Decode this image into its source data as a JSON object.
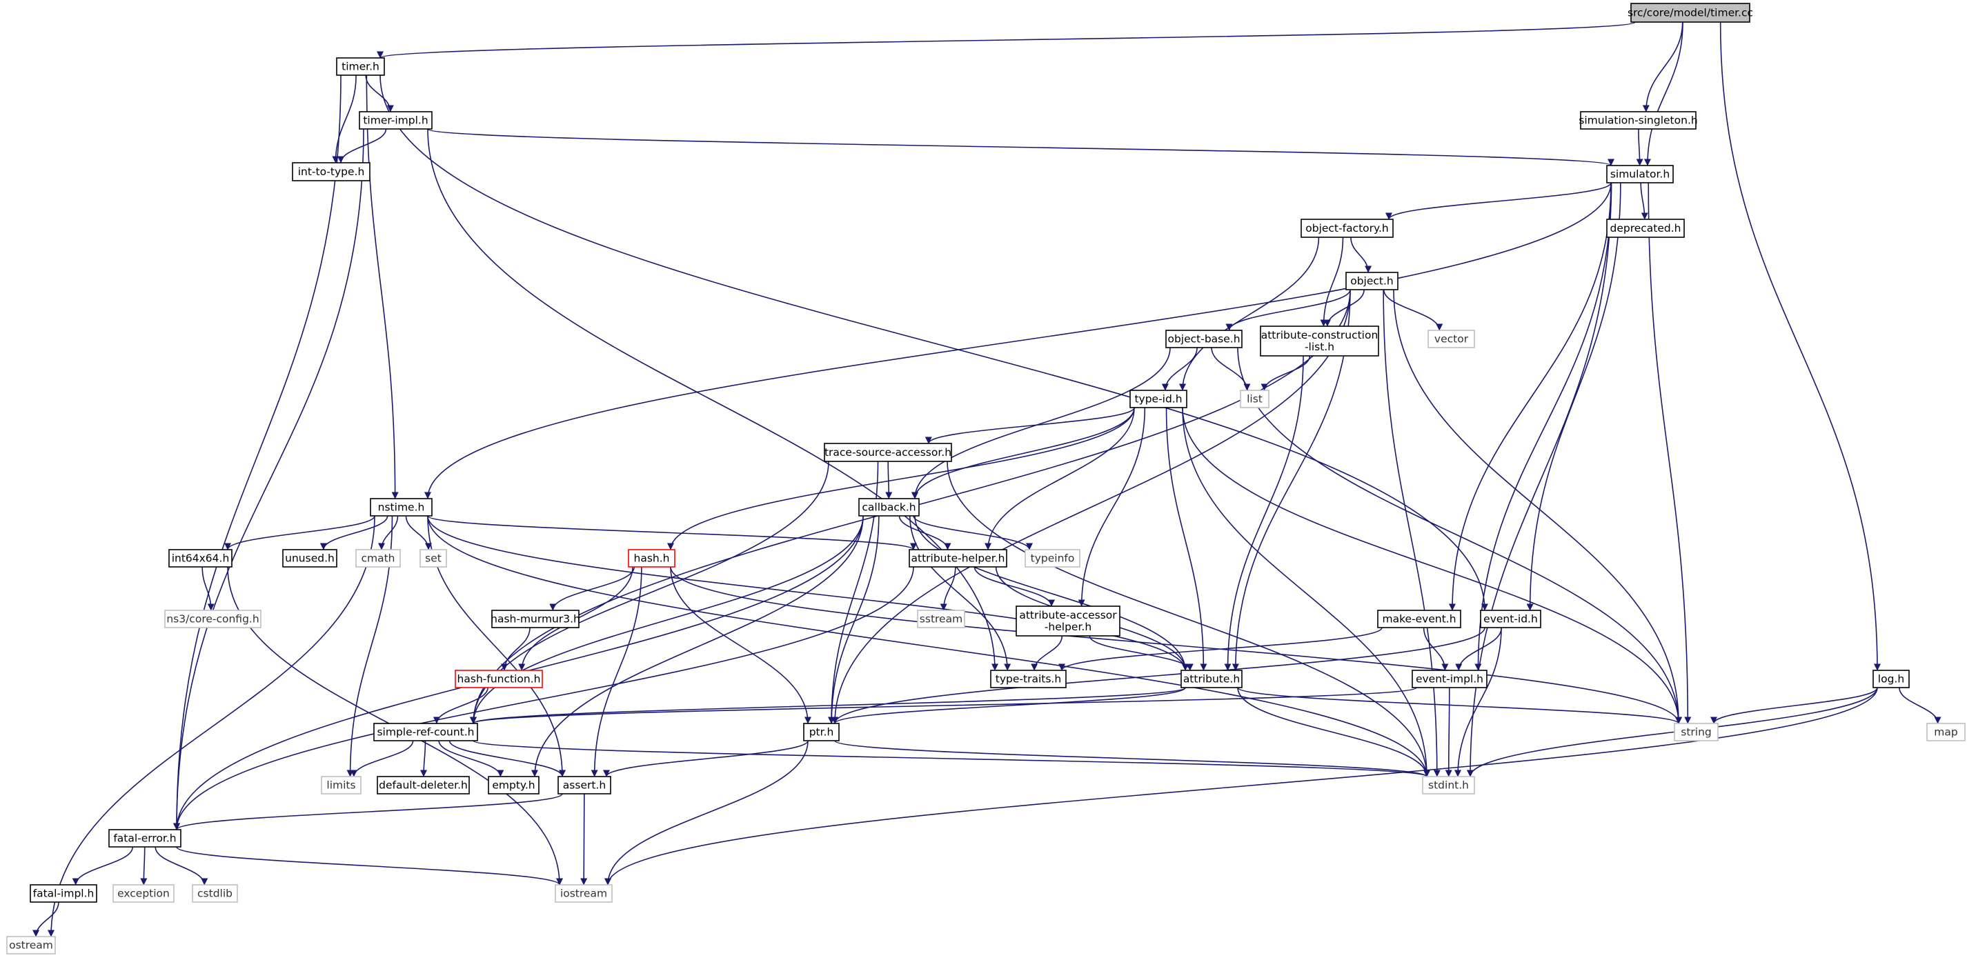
{
  "colors": {
    "edge": "#191970",
    "node_border": "#000000",
    "external_border": "#bfbfbf",
    "truncated_border": "#ff0000",
    "root_fill": "#bfbfbf",
    "node_fill": "#ffffff"
  },
  "graph": {
    "root": "src/core/model/timer.cc",
    "nodes": [
      {
        "id": "timer_cc",
        "label": "src/core/model/timer.cc",
        "kind": "root"
      },
      {
        "id": "timer_h",
        "label": "timer.h",
        "kind": "file"
      },
      {
        "id": "timer_impl_h",
        "label": "timer-impl.h",
        "kind": "file"
      },
      {
        "id": "int_to_type_h",
        "label": "int-to-type.h",
        "kind": "file"
      },
      {
        "id": "simulation_singleton_h",
        "label": "simulation-singleton.h",
        "kind": "file"
      },
      {
        "id": "simulator_h",
        "label": "simulator.h",
        "kind": "file"
      },
      {
        "id": "object_factory_h",
        "label": "object-factory.h",
        "kind": "file"
      },
      {
        "id": "deprecated_h",
        "label": "deprecated.h",
        "kind": "file"
      },
      {
        "id": "object_h",
        "label": "object.h",
        "kind": "file"
      },
      {
        "id": "object_base_h",
        "label": "object-base.h",
        "kind": "file"
      },
      {
        "id": "attr_constr_list_h",
        "label": "attribute-construction\n-list.h",
        "kind": "file"
      },
      {
        "id": "vector",
        "label": "vector",
        "kind": "external"
      },
      {
        "id": "list",
        "label": "list",
        "kind": "external"
      },
      {
        "id": "type_id_h",
        "label": "type-id.h",
        "kind": "file"
      },
      {
        "id": "trace_source_accessor_h",
        "label": "trace-source-accessor.h",
        "kind": "file"
      },
      {
        "id": "nstime_h",
        "label": "nstime.h",
        "kind": "file"
      },
      {
        "id": "callback_h",
        "label": "callback.h",
        "kind": "file"
      },
      {
        "id": "int64x64_h",
        "label": "int64x64.h",
        "kind": "file"
      },
      {
        "id": "unused_h",
        "label": "unused.h",
        "kind": "file"
      },
      {
        "id": "cmath",
        "label": "cmath",
        "kind": "external"
      },
      {
        "id": "set",
        "label": "set",
        "kind": "external"
      },
      {
        "id": "hash_h",
        "label": "hash.h",
        "kind": "truncated"
      },
      {
        "id": "attribute_helper_h",
        "label": "attribute-helper.h",
        "kind": "file"
      },
      {
        "id": "typeinfo",
        "label": "typeinfo",
        "kind": "external"
      },
      {
        "id": "ns3_core_config_h",
        "label": "ns3/core-config.h",
        "kind": "external"
      },
      {
        "id": "hash_murmur3_h",
        "label": "hash-murmur3.h",
        "kind": "file"
      },
      {
        "id": "sstream",
        "label": "sstream",
        "kind": "external"
      },
      {
        "id": "attr_accessor_helper_h",
        "label": "attribute-accessor\n-helper.h",
        "kind": "file"
      },
      {
        "id": "make_event_h",
        "label": "make-event.h",
        "kind": "file"
      },
      {
        "id": "event_id_h",
        "label": "event-id.h",
        "kind": "file"
      },
      {
        "id": "hash_function_h",
        "label": "hash-function.h",
        "kind": "truncated"
      },
      {
        "id": "type_traits_h",
        "label": "type-traits.h",
        "kind": "file"
      },
      {
        "id": "attribute_h",
        "label": "attribute.h",
        "kind": "file"
      },
      {
        "id": "event_impl_h",
        "label": "event-impl.h",
        "kind": "file"
      },
      {
        "id": "log_h",
        "label": "log.h",
        "kind": "file"
      },
      {
        "id": "simple_ref_count_h",
        "label": "simple-ref-count.h",
        "kind": "file"
      },
      {
        "id": "ptr_h",
        "label": "ptr.h",
        "kind": "file"
      },
      {
        "id": "string",
        "label": "string",
        "kind": "external"
      },
      {
        "id": "map",
        "label": "map",
        "kind": "external"
      },
      {
        "id": "limits",
        "label": "limits",
        "kind": "external"
      },
      {
        "id": "default_deleter_h",
        "label": "default-deleter.h",
        "kind": "file"
      },
      {
        "id": "empty_h",
        "label": "empty.h",
        "kind": "file"
      },
      {
        "id": "assert_h",
        "label": "assert.h",
        "kind": "file"
      },
      {
        "id": "stdint_h",
        "label": "stdint.h",
        "kind": "external"
      },
      {
        "id": "fatal_error_h",
        "label": "fatal-error.h",
        "kind": "file"
      },
      {
        "id": "exception",
        "label": "exception",
        "kind": "external"
      },
      {
        "id": "cstdlib",
        "label": "cstdlib",
        "kind": "external"
      },
      {
        "id": "iostream",
        "label": "iostream",
        "kind": "external"
      },
      {
        "id": "fatal_impl_h",
        "label": "fatal-impl.h",
        "kind": "file"
      },
      {
        "id": "ostream",
        "label": "ostream",
        "kind": "external"
      }
    ],
    "edges": [
      [
        "timer_cc",
        "timer_h"
      ],
      [
        "timer_cc",
        "simulation_singleton_h"
      ],
      [
        "timer_cc",
        "simulator_h"
      ],
      [
        "timer_cc",
        "log_h"
      ],
      [
        "timer_h",
        "timer_impl_h"
      ],
      [
        "timer_h",
        "int_to_type_h"
      ],
      [
        "timer_h",
        "nstime_h"
      ],
      [
        "timer_h",
        "event_id_h"
      ],
      [
        "timer_h",
        "fatal_error_h"
      ],
      [
        "timer_impl_h",
        "int_to_type_h"
      ],
      [
        "timer_impl_h",
        "simulator_h"
      ],
      [
        "timer_impl_h",
        "fatal_error_h"
      ],
      [
        "timer_impl_h",
        "type_traits_h"
      ],
      [
        "simulation_singleton_h",
        "simulator_h"
      ],
      [
        "simulator_h",
        "object_factory_h"
      ],
      [
        "simulator_h",
        "deprecated_h"
      ],
      [
        "simulator_h",
        "nstime_h"
      ],
      [
        "simulator_h",
        "make_event_h"
      ],
      [
        "simulator_h",
        "event_id_h"
      ],
      [
        "simulator_h",
        "event_impl_h"
      ],
      [
        "simulator_h",
        "string"
      ],
      [
        "simulator_h",
        "stdint_h"
      ],
      [
        "object_factory_h",
        "object_h"
      ],
      [
        "object_factory_h",
        "attr_constr_list_h"
      ],
      [
        "object_factory_h",
        "type_id_h"
      ],
      [
        "object_h",
        "object_base_h"
      ],
      [
        "object_h",
        "attr_constr_list_h"
      ],
      [
        "object_h",
        "vector"
      ],
      [
        "object_h",
        "ptr_h"
      ],
      [
        "object_h",
        "simple_ref_count_h"
      ],
      [
        "object_h",
        "attribute_h"
      ],
      [
        "object_h",
        "string"
      ],
      [
        "object_h",
        "stdint_h"
      ],
      [
        "object_base_h",
        "type_id_h"
      ],
      [
        "object_base_h",
        "list"
      ],
      [
        "object_base_h",
        "callback_h"
      ],
      [
        "object_base_h",
        "string"
      ],
      [
        "attr_constr_list_h",
        "list"
      ],
      [
        "attr_constr_list_h",
        "attribute_h"
      ],
      [
        "type_id_h",
        "trace_source_accessor_h"
      ],
      [
        "type_id_h",
        "callback_h"
      ],
      [
        "type_id_h",
        "hash_h"
      ],
      [
        "type_id_h",
        "attribute_helper_h"
      ],
      [
        "type_id_h",
        "attr_accessor_helper_h"
      ],
      [
        "type_id_h",
        "attribute_h"
      ],
      [
        "type_id_h",
        "string"
      ],
      [
        "type_id_h",
        "stdint_h"
      ],
      [
        "trace_source_accessor_h",
        "callback_h"
      ],
      [
        "trace_source_accessor_h",
        "ptr_h"
      ],
      [
        "trace_source_accessor_h",
        "simple_ref_count_h"
      ],
      [
        "trace_source_accessor_h",
        "stdint_h"
      ],
      [
        "nstime_h",
        "int64x64_h"
      ],
      [
        "nstime_h",
        "unused_h"
      ],
      [
        "nstime_h",
        "cmath"
      ],
      [
        "nstime_h",
        "set"
      ],
      [
        "nstime_h",
        "attribute_helper_h"
      ],
      [
        "nstime_h",
        "attribute_h"
      ],
      [
        "nstime_h",
        "assert_h"
      ],
      [
        "nstime_h",
        "limits"
      ],
      [
        "nstime_h",
        "ostream"
      ],
      [
        "nstime_h",
        "stdint_h"
      ],
      [
        "callback_h",
        "attribute_helper_h"
      ],
      [
        "callback_h",
        "typeinfo"
      ],
      [
        "callback_h",
        "type_traits_h"
      ],
      [
        "callback_h",
        "ptr_h"
      ],
      [
        "callback_h",
        "fatal_error_h"
      ],
      [
        "callback_h",
        "empty_h"
      ],
      [
        "callback_h",
        "simple_ref_count_h"
      ],
      [
        "callback_h",
        "attribute_h"
      ],
      [
        "int64x64_h",
        "ns3_core_config_h"
      ],
      [
        "int64x64_h",
        "iostream"
      ],
      [
        "hash_h",
        "hash_murmur3_h"
      ],
      [
        "hash_h",
        "hash_function_h"
      ],
      [
        "hash_h",
        "ptr_h"
      ],
      [
        "hash_h",
        "assert_h"
      ],
      [
        "hash_h",
        "string"
      ],
      [
        "attribute_helper_h",
        "attr_accessor_helper_h"
      ],
      [
        "attribute_helper_h",
        "sstream"
      ],
      [
        "attribute_helper_h",
        "attribute_h"
      ],
      [
        "attribute_helper_h",
        "fatal_error_h"
      ],
      [
        "hash_murmur3_h",
        "hash_function_h"
      ],
      [
        "hash_function_h",
        "simple_ref_count_h"
      ],
      [
        "attr_accessor_helper_h",
        "type_traits_h"
      ],
      [
        "attr_accessor_helper_h",
        "attribute_h"
      ],
      [
        "make_event_h",
        "type_traits_h"
      ],
      [
        "make_event_h",
        "event_impl_h"
      ],
      [
        "event_id_h",
        "event_impl_h"
      ],
      [
        "event_id_h",
        "ptr_h"
      ],
      [
        "event_id_h",
        "stdint_h"
      ],
      [
        "attribute_h",
        "ptr_h"
      ],
      [
        "attribute_h",
        "simple_ref_count_h"
      ],
      [
        "attribute_h",
        "string"
      ],
      [
        "attribute_h",
        "stdint_h"
      ],
      [
        "event_impl_h",
        "simple_ref_count_h"
      ],
      [
        "event_impl_h",
        "stdint_h"
      ],
      [
        "log_h",
        "string"
      ],
      [
        "log_h",
        "map"
      ],
      [
        "log_h",
        "stdint_h"
      ],
      [
        "log_h",
        "iostream"
      ],
      [
        "simple_ref_count_h",
        "limits"
      ],
      [
        "simple_ref_count_h",
        "default_deleter_h"
      ],
      [
        "simple_ref_count_h",
        "empty_h"
      ],
      [
        "simple_ref_count_h",
        "assert_h"
      ],
      [
        "simple_ref_count_h",
        "stdint_h"
      ],
      [
        "ptr_h",
        "assert_h"
      ],
      [
        "ptr_h",
        "iostream"
      ],
      [
        "ptr_h",
        "stdint_h"
      ],
      [
        "assert_h",
        "fatal_error_h"
      ],
      [
        "assert_h",
        "iostream"
      ],
      [
        "fatal_error_h",
        "fatal_impl_h"
      ],
      [
        "fatal_error_h",
        "exception"
      ],
      [
        "fatal_error_h",
        "cstdlib"
      ],
      [
        "fatal_error_h",
        "iostream"
      ],
      [
        "fatal_impl_h",
        "ostream"
      ]
    ]
  }
}
